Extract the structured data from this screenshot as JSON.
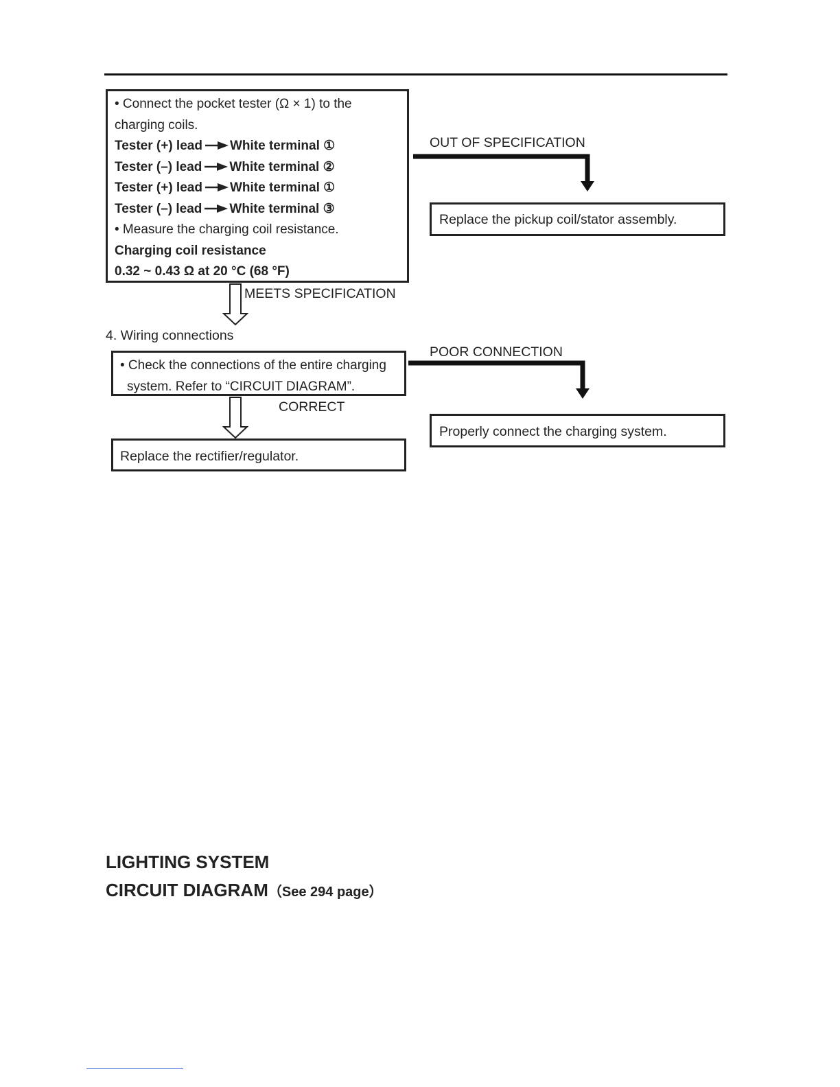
{
  "box1": {
    "line1": "• Connect the pocket tester (Ω × 1) to the",
    "line2": "charging coils.",
    "rows": [
      {
        "lead": "Tester (+) lead",
        "terminal": "White terminal ①"
      },
      {
        "lead": "Tester (–) lead",
        "terminal": "White terminal ②"
      },
      {
        "lead": "Tester (+) lead",
        "terminal": "White terminal ①"
      },
      {
        "lead": "Tester (–) lead",
        "terminal": "White terminal ③"
      }
    ],
    "measure": "• Measure the charging coil resistance.",
    "spec_title": "Charging coil resistance",
    "spec_value": "0.32 ~ 0.43 Ω at 20 °C (68 °F)"
  },
  "out_of_spec_label": "OUT OF SPECIFICATION",
  "replace_pickup": "Replace the pickup coil/stator assembly.",
  "meets_spec_label": "MEETS SPECIFICATION",
  "wiring_heading": "4. Wiring connections",
  "check_box": {
    "line1": "• Check the connections of the entire charging",
    "line2": "system. Refer to “CIRCUIT DIAGRAM”."
  },
  "poor_connection_label": "POOR CONNECTION",
  "correct_label": "CORRECT",
  "properly_connect": "Properly connect the charging system.",
  "replace_rectifier": "Replace the rectifier/regulator.",
  "lighting_heading": "LIGHTING SYSTEM",
  "circuit_heading": "CIRCUIT DIAGRAM",
  "circuit_ref": "（See 294 page）"
}
